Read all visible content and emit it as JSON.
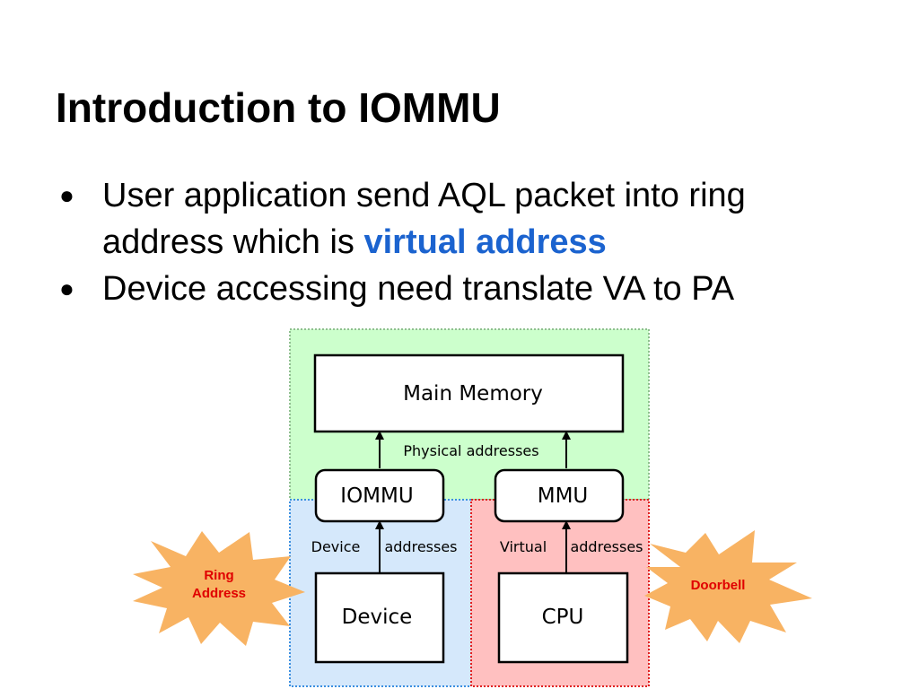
{
  "slide": {
    "title": "Introduction to IOMMU",
    "bullets": [
      {
        "text": "User application send AQL packet into ring address which is ",
        "highlight": "virtual address"
      },
      {
        "text": "Device accessing need translate VA to PA",
        "highlight": ""
      }
    ]
  },
  "diagram": {
    "main_memory": "Main Memory",
    "physical_addresses": "Physical addresses",
    "iommu": "IOMMU",
    "mmu": "MMU",
    "device_label": "Device",
    "device_addresses": "addresses",
    "virtual_label": "Virtual",
    "virtual_addresses": "addresses",
    "device": "Device",
    "cpu": "CPU",
    "left_burst": {
      "line1": "Ring",
      "line2": "Address"
    },
    "right_burst": "Doorbell"
  },
  "colors": {
    "highlight": "#1b63cf",
    "green_region": "#ccffcc",
    "blue_region": "#d5e8fb",
    "red_region": "#ffc0c0",
    "burst_fill": "#f8b363",
    "burst_text": "#e00000"
  }
}
